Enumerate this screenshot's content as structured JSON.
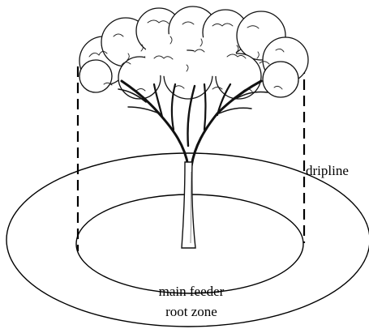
{
  "labels": {
    "dripline": "dripline",
    "root_zone_line1": "main feeder",
    "root_zone_line2": "root zone"
  },
  "colors": {
    "ink": "#000000",
    "background": "#ffffff"
  },
  "icons": {
    "tree": "deciduous-tree-illustration"
  }
}
